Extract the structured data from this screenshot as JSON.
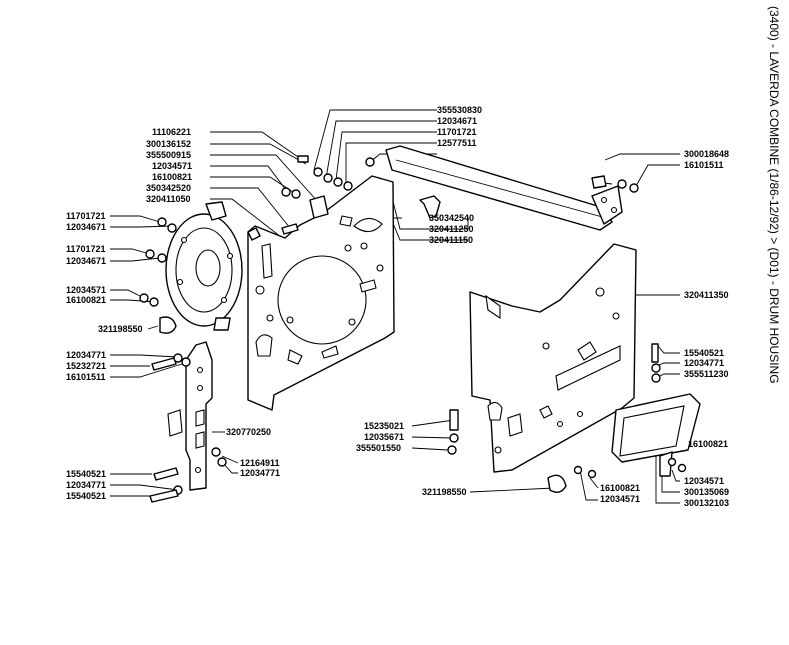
{
  "side_title": "(3400) - LAVERDA COMBINE (1/86-12/92) > (D01) - DRUM HOUSING",
  "labels": {
    "p355530830": "355530830",
    "p12034671_top": "12034671",
    "p11701721_top": "11701721",
    "p12577511": "12577511",
    "p11106221": "11106221",
    "p300136152": "300136152",
    "p355500915": "355500915",
    "p12034571_a": "12034571",
    "p16100821_a": "16100821",
    "p350342520": "350342520",
    "p320411050": "320411050",
    "p11701721_l1": "11701721",
    "p12034671_l1": "12034671",
    "p11701721_l2": "11701721",
    "p12034671_l2": "12034671",
    "p12034571_l": "12034571",
    "p16100821_l": "16100821",
    "p321198550_l": "321198550",
    "p12034771_l": "12034771",
    "p15232721": "15232721",
    "p16101511_l": "16101511",
    "p320770250": "320770250",
    "p12164911": "12164911",
    "p12034771_m": "12034771",
    "p15540521_a": "15540521",
    "p12034771_b": "12034771",
    "p15540521_b": "15540521",
    "p350342540": "350342540",
    "p320411250": "320411250",
    "p320411150": "320411150",
    "p300018648": "300018648",
    "p16101511_r": "16101511",
    "p320411350": "320411350",
    "p15540521_r": "15540521",
    "p12034771_r": "12034771",
    "p355511230": "355511230",
    "p15235021": "15235021",
    "p12035671": "12035671",
    "p355501550": "355501550",
    "p16100821_r": "16100821",
    "p12034571_r": "12034571",
    "p300135069": "300135069",
    "p300132103": "300132103",
    "p321198550_r": "321198550",
    "p16100821_b": "16100821",
    "p12034571_b": "12034571"
  }
}
